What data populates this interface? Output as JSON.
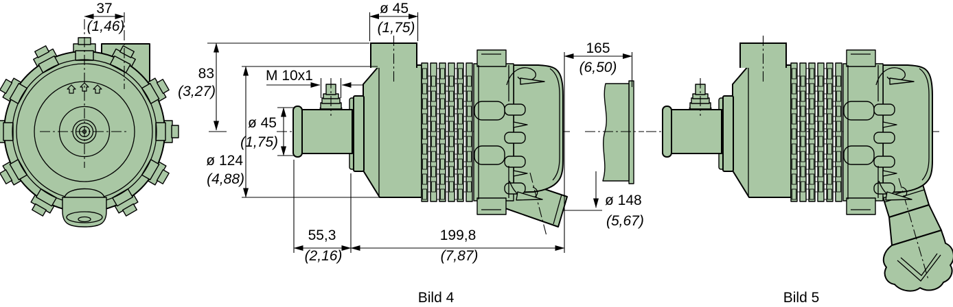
{
  "colors": {
    "part_fill": "#a9c7a4",
    "line_color": "#000000"
  },
  "dimensions": {
    "offset_37": {
      "mm": "37",
      "inch": "(1,46)"
    },
    "top_port": {
      "mm": "ø 45",
      "inch": "(1,75)"
    },
    "height_83": {
      "mm": "83",
      "inch": "(3,27)"
    },
    "thread": {
      "mm": "M 10x1"
    },
    "inlet_port": {
      "mm": "ø 45",
      "inch": "(1,75)"
    },
    "body_dia": {
      "mm": "ø 124",
      "inch": "(4,88)"
    },
    "inlet_len": {
      "mm": "55,3",
      "inch": "(2,16)"
    },
    "body_len": {
      "mm": "199,8",
      "inch": "(7,87)"
    },
    "band_pos": {
      "mm": "165",
      "inch": "(6,50)"
    },
    "band_dia": {
      "mm": "ø 148",
      "inch": "(5,67)"
    }
  },
  "captions": {
    "left_figure": "Bild 4",
    "right_figure": "Bild 5"
  }
}
